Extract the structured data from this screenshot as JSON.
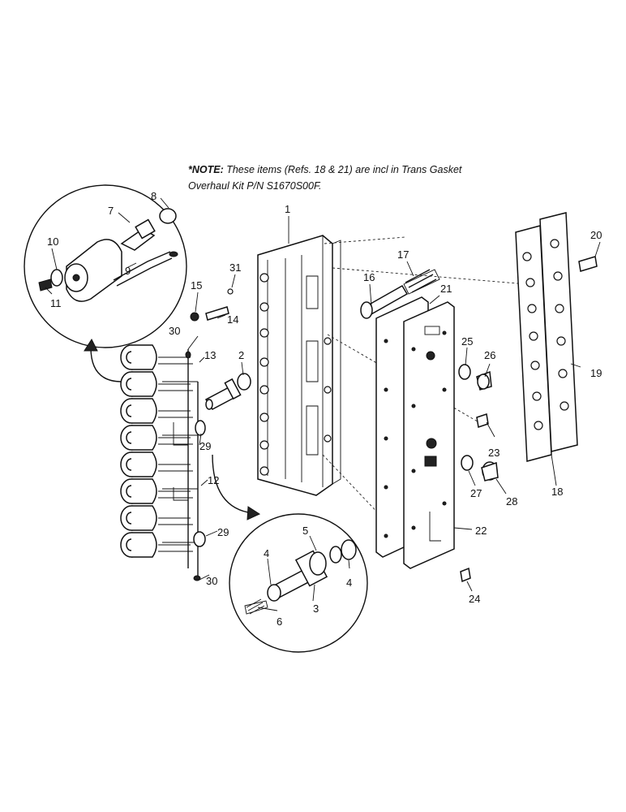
{
  "note": {
    "prefix": "*NOTE:",
    "line1": " These items (Refs. 18 & 21) are incl in Trans Gasket",
    "line2": "Overhaul Kit P/N S1670S00F."
  },
  "callouts": {
    "c1": "1",
    "c2": "2",
    "c3": "3",
    "c4a": "4",
    "c4b": "4",
    "c5": "5",
    "c6": "6",
    "c7": "7",
    "c8": "8",
    "c9": "9",
    "c10": "10",
    "c11": "11",
    "c12": "12",
    "c13": "13",
    "c14": "14",
    "c15": "15",
    "c16": "16",
    "c17": "17",
    "c18": "18",
    "c19": "19",
    "c20": "20",
    "c21": "21",
    "c22": "22",
    "c23": "23",
    "c24": "24",
    "c25": "25",
    "c26": "26",
    "c27": "27",
    "c28": "28",
    "c29a": "29",
    "c29b": "29",
    "c30a": "30",
    "c30b": "30",
    "c31": "31"
  }
}
